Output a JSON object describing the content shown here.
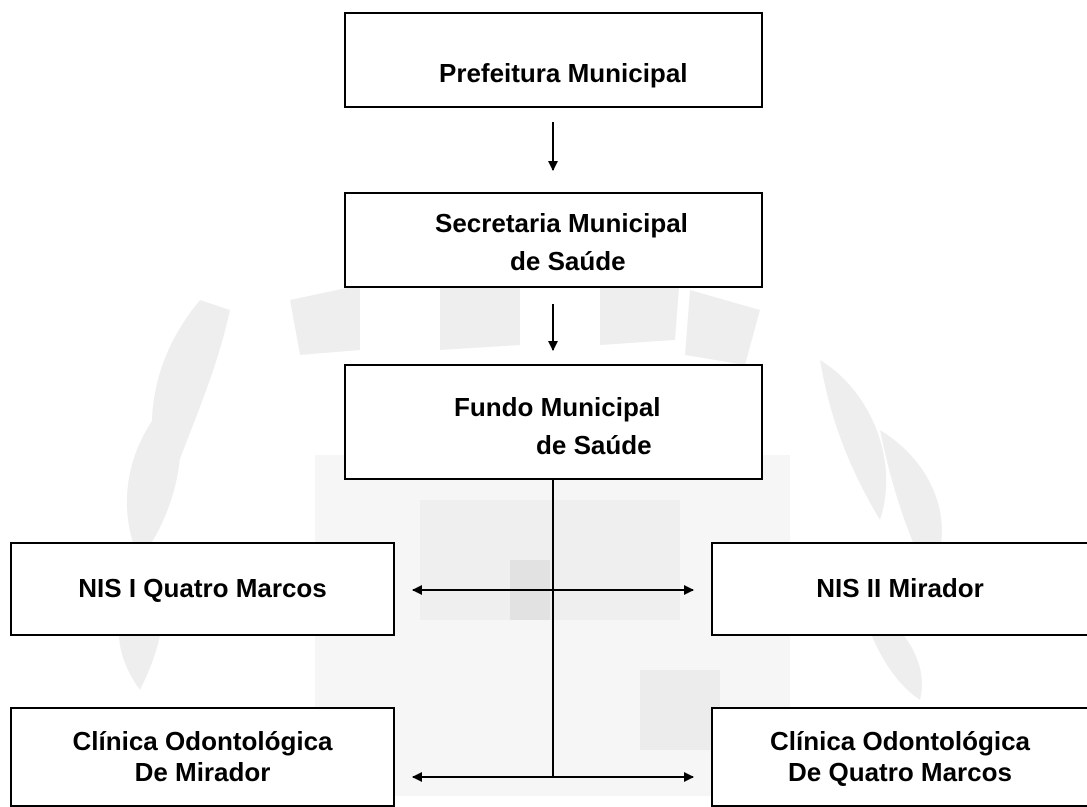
{
  "nodes": {
    "prefeitura": {
      "label": "Prefeitura Municipal"
    },
    "secretaria": {
      "line1": "Secretaria Municipal",
      "line2": "de Saúde"
    },
    "fundo": {
      "line1": "Fundo Municipal",
      "line2": "de Saúde"
    },
    "nis1": {
      "label": "NIS I Quatro Marcos"
    },
    "nis2": {
      "label": "NIS II Mirador"
    },
    "clinica_mirador": {
      "line1": "Clínica Odontológica",
      "line2": "De Mirador"
    },
    "clinica_quatro": {
      "line1": "Clínica Odontológica",
      "line2": "De Quatro Marcos"
    }
  },
  "colors": {
    "line": "#000000",
    "border": "#000000",
    "watermark": "#ededed"
  }
}
